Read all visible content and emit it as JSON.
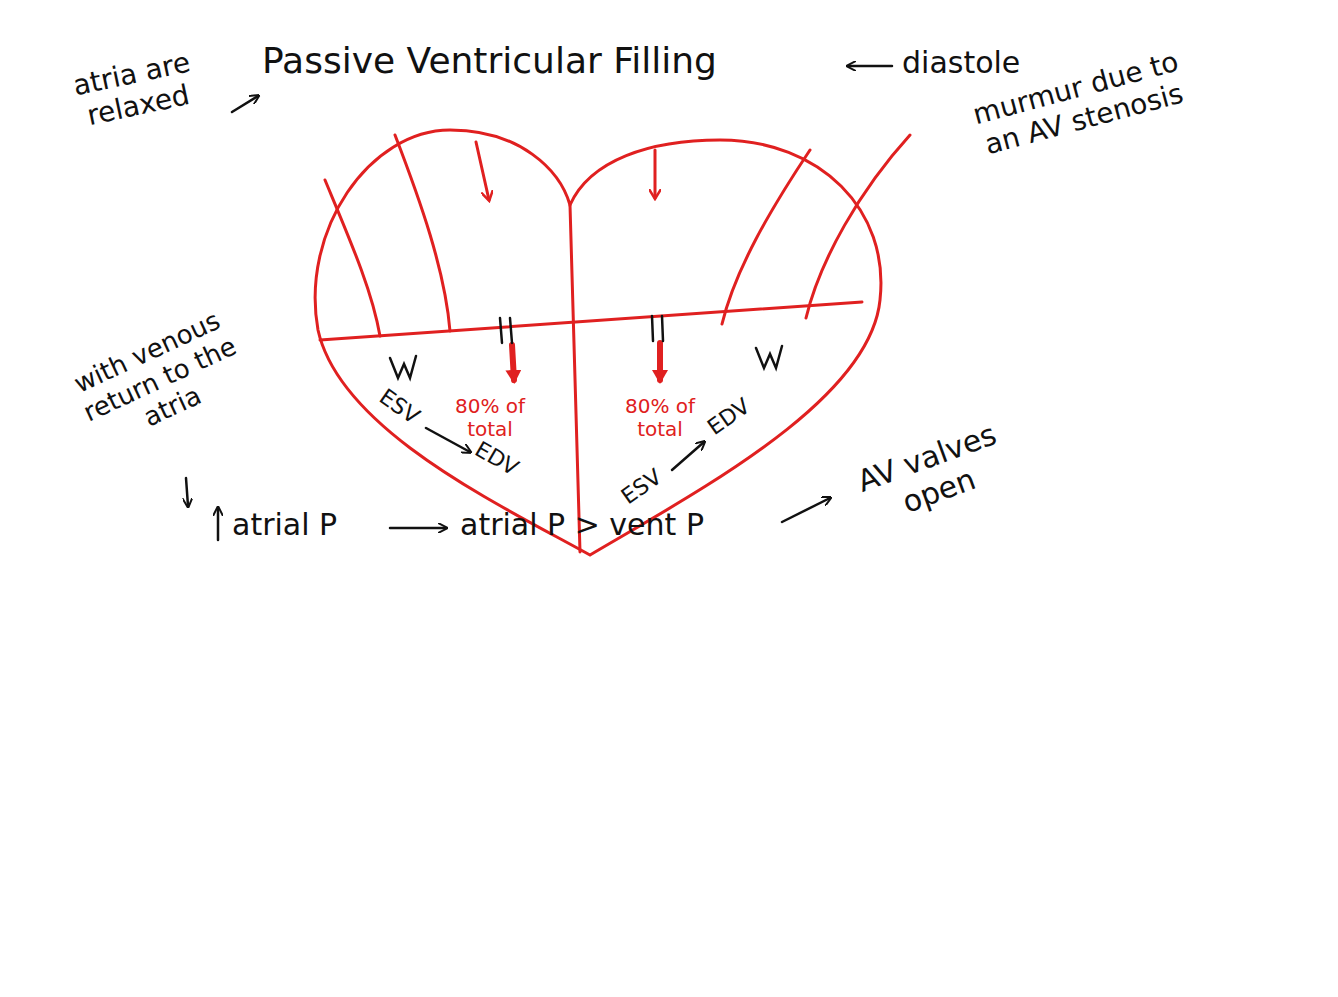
{
  "diagram": {
    "title": "Passive Ventricular Filling",
    "labels": [
      "diastole",
      "atria are relaxed",
      "murmur due to an AV stenosis",
      "80% of total",
      "80% of total",
      "ESV",
      "EDV",
      "ESV",
      "EDV",
      "with venous return to the atria",
      "atrial P",
      "atrial P > vent P",
      "AV valves open"
    ]
  }
}
